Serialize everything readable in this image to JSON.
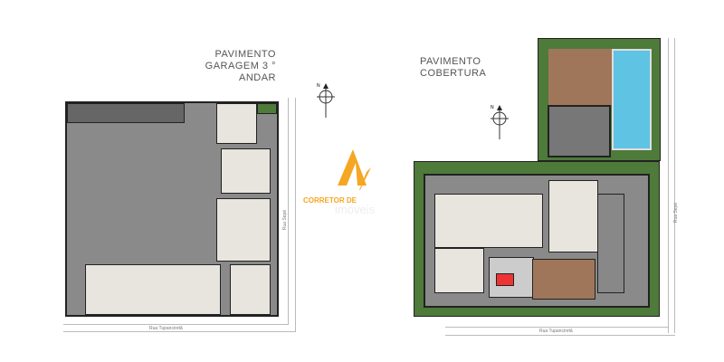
{
  "left_plan": {
    "title_line1": "PAVIMENTO",
    "title_line2": "GARAGEM 3 ° ANDAR",
    "street_bottom": "Rua Tupanciretã",
    "street_side": "Rua Sepé"
  },
  "right_plan": {
    "title_line1": "PAVIMENTO",
    "title_line2": "COBERTURA",
    "street_bottom": "Rua Tupanciretã",
    "street_side": "Rua Sepé"
  },
  "compass_label": "N",
  "watermark": {
    "line1": "CORRETOR DE",
    "line2": "imóveis",
    "color": "#f5a623"
  },
  "colors": {
    "floor": "#8a8a8a",
    "wall": "#222222",
    "garden": "#4e7a3a",
    "pool": "#5fc3e4",
    "deck": "#a0765a"
  }
}
